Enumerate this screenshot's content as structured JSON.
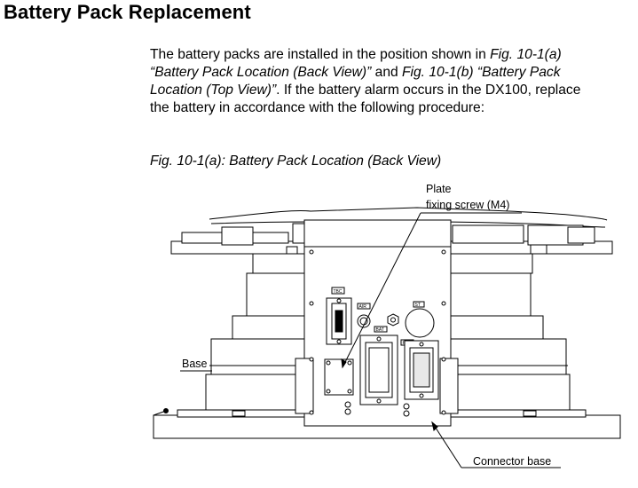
{
  "heading": "Battery Pack Replacement",
  "paragraph": {
    "line1_a": "The battery packs are installed in the position shown in ",
    "line1_b": "Fig. 10-1(a)",
    "line2_a": "“Battery Pack Location (Back View)”",
    "line2_b": " and ",
    "line2_c": "Fig. 10-1(b) “Battery Pack",
    "line3_a": "Location (Top View)”",
    "line3_b": ".  If the battery alarm occurs in the DX100, replace",
    "line4": "the battery in accordance with the following procedure:"
  },
  "figure": {
    "caption": "Fig. 10-1(a): Battery Pack Location (Back View)",
    "callouts": {
      "plate": "Plate",
      "fixing_screw": "fixing screw (M4)",
      "base": "Base",
      "connector_base": "Connector base"
    },
    "connector_tags": {
      "left_tag": "TBC",
      "air": "AIR",
      "bat": "BAT",
      "st": "ST",
      "pec": "PEC"
    }
  }
}
